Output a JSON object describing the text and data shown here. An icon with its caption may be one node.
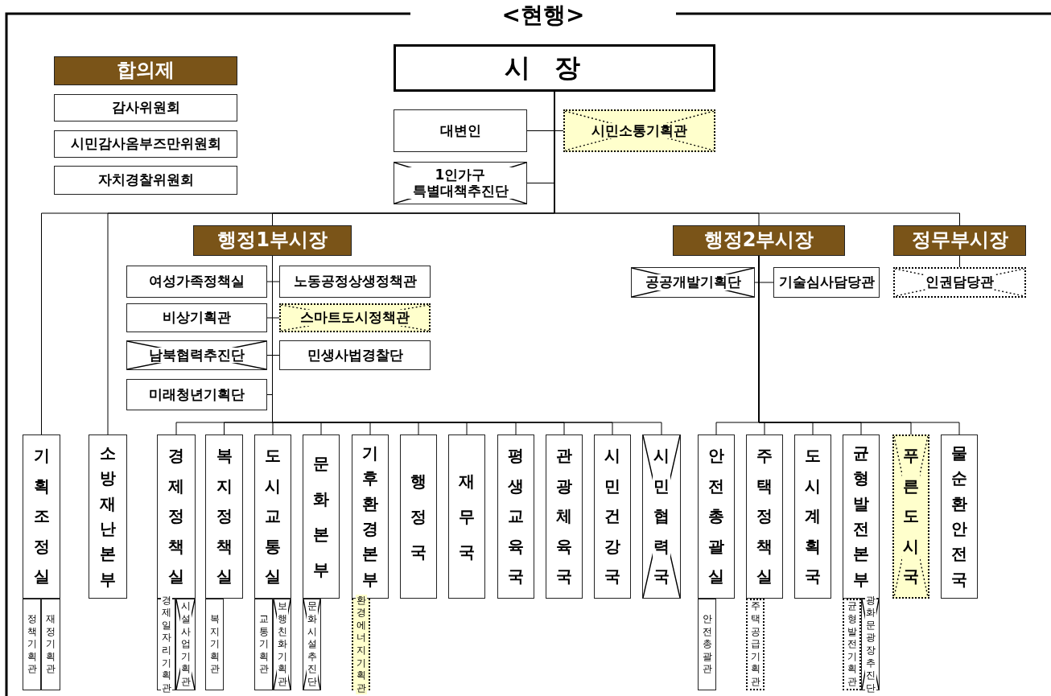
{
  "diagram": {
    "title": "<현행>",
    "nodes": [
      {
        "text": [
          "합의제"
        ]
      },
      {
        "text": [
          "감사위원회"
        ]
      },
      {
        "text": [
          "시민감사옴부즈만위원회"
        ]
      },
      {
        "text": [
          "자치경찰위원회"
        ]
      },
      {
        "text": [
          "시장"
        ]
      },
      {
        "text": [
          "대변인"
        ]
      },
      {
        "text": [
          "시민소통기획관"
        ]
      },
      {
        "text": [
          "1인가구 특별대책추진단"
        ]
      },
      {
        "text": [
          "행정1부시장"
        ]
      },
      {
        "text": [
          "행정2부시장"
        ]
      },
      {
        "text": [
          "정무부시장"
        ]
      },
      {
        "text": [
          "여성가족정책실"
        ]
      },
      {
        "text": [
          "노동공정상생정책관"
        ]
      },
      {
        "text": [
          "공공개발기획단"
        ]
      },
      {
        "text": [
          "기술심사담당관"
        ]
      },
      {
        "text": [
          "인권담당관"
        ]
      },
      {
        "text": [
          "비상기획관"
        ]
      },
      {
        "text": [
          "스마트도시정책관"
        ]
      },
      {
        "text": [
          "남북협력추진단"
        ]
      },
      {
        "text": [
          "민생사법경찰단"
        ]
      },
      {
        "text": [
          "미래청년기획단"
        ]
      },
      {
        "text": [
          "기획조정실"
        ]
      },
      {
        "text": [
          "소방재난본부"
        ]
      },
      {
        "text": [
          "경제정책실"
        ]
      },
      {
        "text": [
          "복지정책실"
        ]
      },
      {
        "text": [
          "도시교통실"
        ]
      },
      {
        "text": [
          "문화본부"
        ]
      },
      {
        "text": [
          "기후환경본부"
        ]
      },
      {
        "text": [
          "행정국"
        ]
      },
      {
        "text": [
          "재무국"
        ]
      },
      {
        "text": [
          "평생교육국"
        ]
      },
      {
        "text": [
          "관광체육국"
        ]
      },
      {
        "text": [
          "시민건강국"
        ]
      },
      {
        "text": [
          "시민협력국"
        ]
      },
      {
        "text": [
          "안전총괄실"
        ]
      },
      {
        "text": [
          "주택정책실"
        ]
      },
      {
        "text": [
          "도시계획국"
        ]
      },
      {
        "text": [
          "균형발전본부"
        ]
      },
      {
        "text": [
          "푸른도시국"
        ]
      },
      {
        "text": [
          "물순환안전국"
        ]
      },
      {
        "text": [
          "정책기획관"
        ]
      },
      {
        "text": [
          "재정기획관"
        ]
      },
      {
        "text": [
          "경제일자리기획관"
        ]
      },
      {
        "text": [
          "시설사업기획관"
        ]
      },
      {
        "text": [
          "복지기획관"
        ]
      },
      {
        "text": [
          "교통기획관"
        ]
      },
      {
        "text": [
          "보행친화기획관"
        ]
      },
      {
        "text": [
          "문화시설추진단"
        ]
      },
      {
        "text": [
          "환경에너지기획관"
        ]
      },
      {
        "text": [
          "안전총괄관"
        ]
      },
      {
        "text": [
          "주택공급기획관"
        ]
      },
      {
        "text": [
          "균형발전기획관"
        ]
      },
      {
        "text": [
          "광화문광장추진단"
        ]
      }
    ],
    "edges": [
      {
        "from": 4,
        "to": 5,
        "arrow": "none"
      },
      {
        "from": 4,
        "to": 6,
        "arrow": "none"
      },
      {
        "from": 4,
        "to": 7,
        "arrow": "none"
      },
      {
        "from": 4,
        "to": 8,
        "arrow": "none"
      },
      {
        "from": 4,
        "to": 9,
        "arrow": "none"
      },
      {
        "from": 4,
        "to": 10,
        "arrow": "none"
      },
      {
        "from": 4,
        "to": 21,
        "arrow": "none"
      },
      {
        "from": 4,
        "to": 22,
        "arrow": "none"
      },
      {
        "from": 8,
        "to": 11,
        "arrow": "none"
      },
      {
        "from": 8,
        "to": 12,
        "arrow": "none"
      },
      {
        "from": 9,
        "to": 13,
        "arrow": "none"
      },
      {
        "from": 9,
        "to": 14,
        "arrow": "none"
      },
      {
        "from": 10,
        "to": 15,
        "arrow": "none"
      },
      {
        "from": 8,
        "to": 16,
        "arrow": "none"
      },
      {
        "from": 8,
        "to": 17,
        "arrow": "none"
      },
      {
        "from": 8,
        "to": 18,
        "arrow": "none"
      },
      {
        "from": 8,
        "to": 19,
        "arrow": "none"
      },
      {
        "from": 8,
        "to": 20,
        "arrow": "none"
      },
      {
        "from": 8,
        "to": 23,
        "arrow": "none"
      },
      {
        "from": 8,
        "to": 24,
        "arrow": "none"
      },
      {
        "from": 8,
        "to": 25,
        "arrow": "none"
      },
      {
        "from": 8,
        "to": 26,
        "arrow": "none"
      },
      {
        "from": 8,
        "to": 27,
        "arrow": "none"
      },
      {
        "from": 8,
        "to": 28,
        "arrow": "none"
      },
      {
        "from": 8,
        "to": 29,
        "arrow": "none"
      },
      {
        "from": 8,
        "to": 30,
        "arrow": "none"
      },
      {
        "from": 8,
        "to": 31,
        "arrow": "none"
      },
      {
        "from": 8,
        "to": 32,
        "arrow": "none"
      },
      {
        "from": 8,
        "to": 33,
        "arrow": "none"
      },
      {
        "from": 9,
        "to": 34,
        "arrow": "none"
      },
      {
        "from": 9,
        "to": 35,
        "arrow": "none"
      },
      {
        "from": 9,
        "to": 36,
        "arrow": "none"
      },
      {
        "from": 9,
        "to": 37,
        "arrow": "none"
      },
      {
        "from": 9,
        "to": 38,
        "arrow": "none"
      },
      {
        "from": 9,
        "to": 39,
        "arrow": "none"
      }
    ]
  }
}
